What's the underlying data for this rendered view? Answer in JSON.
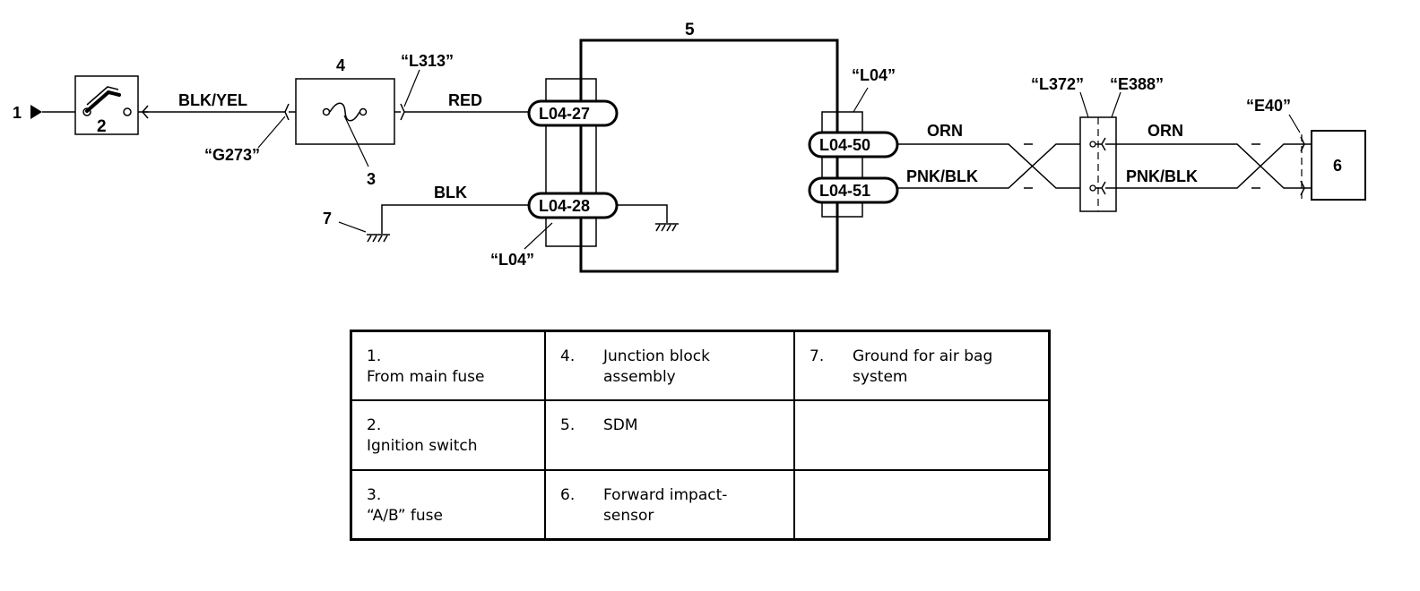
{
  "diagram": {
    "callouts": {
      "c1": "1",
      "c2": "2",
      "c3": "3",
      "c4": "4",
      "c5": "5",
      "c6": "6",
      "c7": "7"
    },
    "connectors": {
      "l313": "“L313”",
      "g273": "“G273”",
      "l04_right": "“L04”",
      "l04_bottom": "“L04”",
      "l372": "“L372”",
      "e388": "“E388”",
      "e40": "“E40”"
    },
    "terminals": {
      "t27": "L04-27",
      "t28": "L04-28",
      "t50": "L04-50",
      "t51": "L04-51"
    },
    "wires": {
      "blk_yel": "BLK/YEL",
      "red": "RED",
      "blk": "BLK",
      "orn_1": "ORN",
      "pnk_blk_1": "PNK/BLK",
      "orn_2": "ORN",
      "pnk_blk_2": "PNK/BLK"
    }
  },
  "legend": [
    [
      {
        "num": "1.",
        "text": "From main fuse"
      },
      {
        "num": "4.",
        "text": "Junction block assembly"
      },
      {
        "num": "7.",
        "text": "Ground for air bag system"
      }
    ],
    [
      {
        "num": "2.",
        "text": "Ignition switch"
      },
      {
        "num": "5.",
        "text": "SDM"
      },
      {
        "num": "",
        "text": ""
      }
    ],
    [
      {
        "num": "3.",
        "text": "“A/B” fuse"
      },
      {
        "num": "6.",
        "text": "Forward impact-sensor"
      },
      {
        "num": "",
        "text": ""
      }
    ]
  ]
}
